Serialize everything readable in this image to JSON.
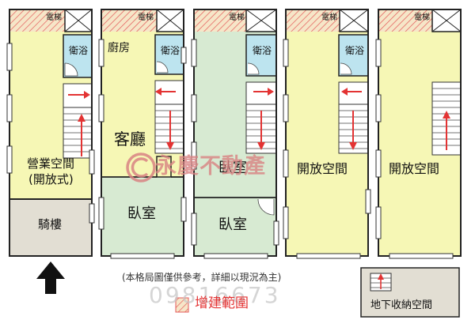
{
  "labels": {
    "elevator": "電梯",
    "bathroom": "衛浴",
    "kitchen": "廚房",
    "living_room": "客廳",
    "bedroom": "臥室",
    "business_space": "營業空間",
    "open_type": "(開放式)",
    "arcade": "騎樓",
    "open_space": "開放空間"
  },
  "note": "(本格局圖僅供參考，詳細以現況為主)",
  "legend": {
    "extension": "增建範圍",
    "basement_storage": "地下收納空間"
  },
  "watermark": {
    "brand": "永慶不動產",
    "phone": "09816673"
  },
  "colors": {
    "yellow_floor": "#f6f7b5",
    "green_floor": "#d7ead2",
    "bathroom_blue": "#bde4ef",
    "arcade_gray": "#e2ded3",
    "extension_hatch": "#e45858",
    "arrow_red": "#e33333",
    "watermark_red": "#d98383"
  }
}
